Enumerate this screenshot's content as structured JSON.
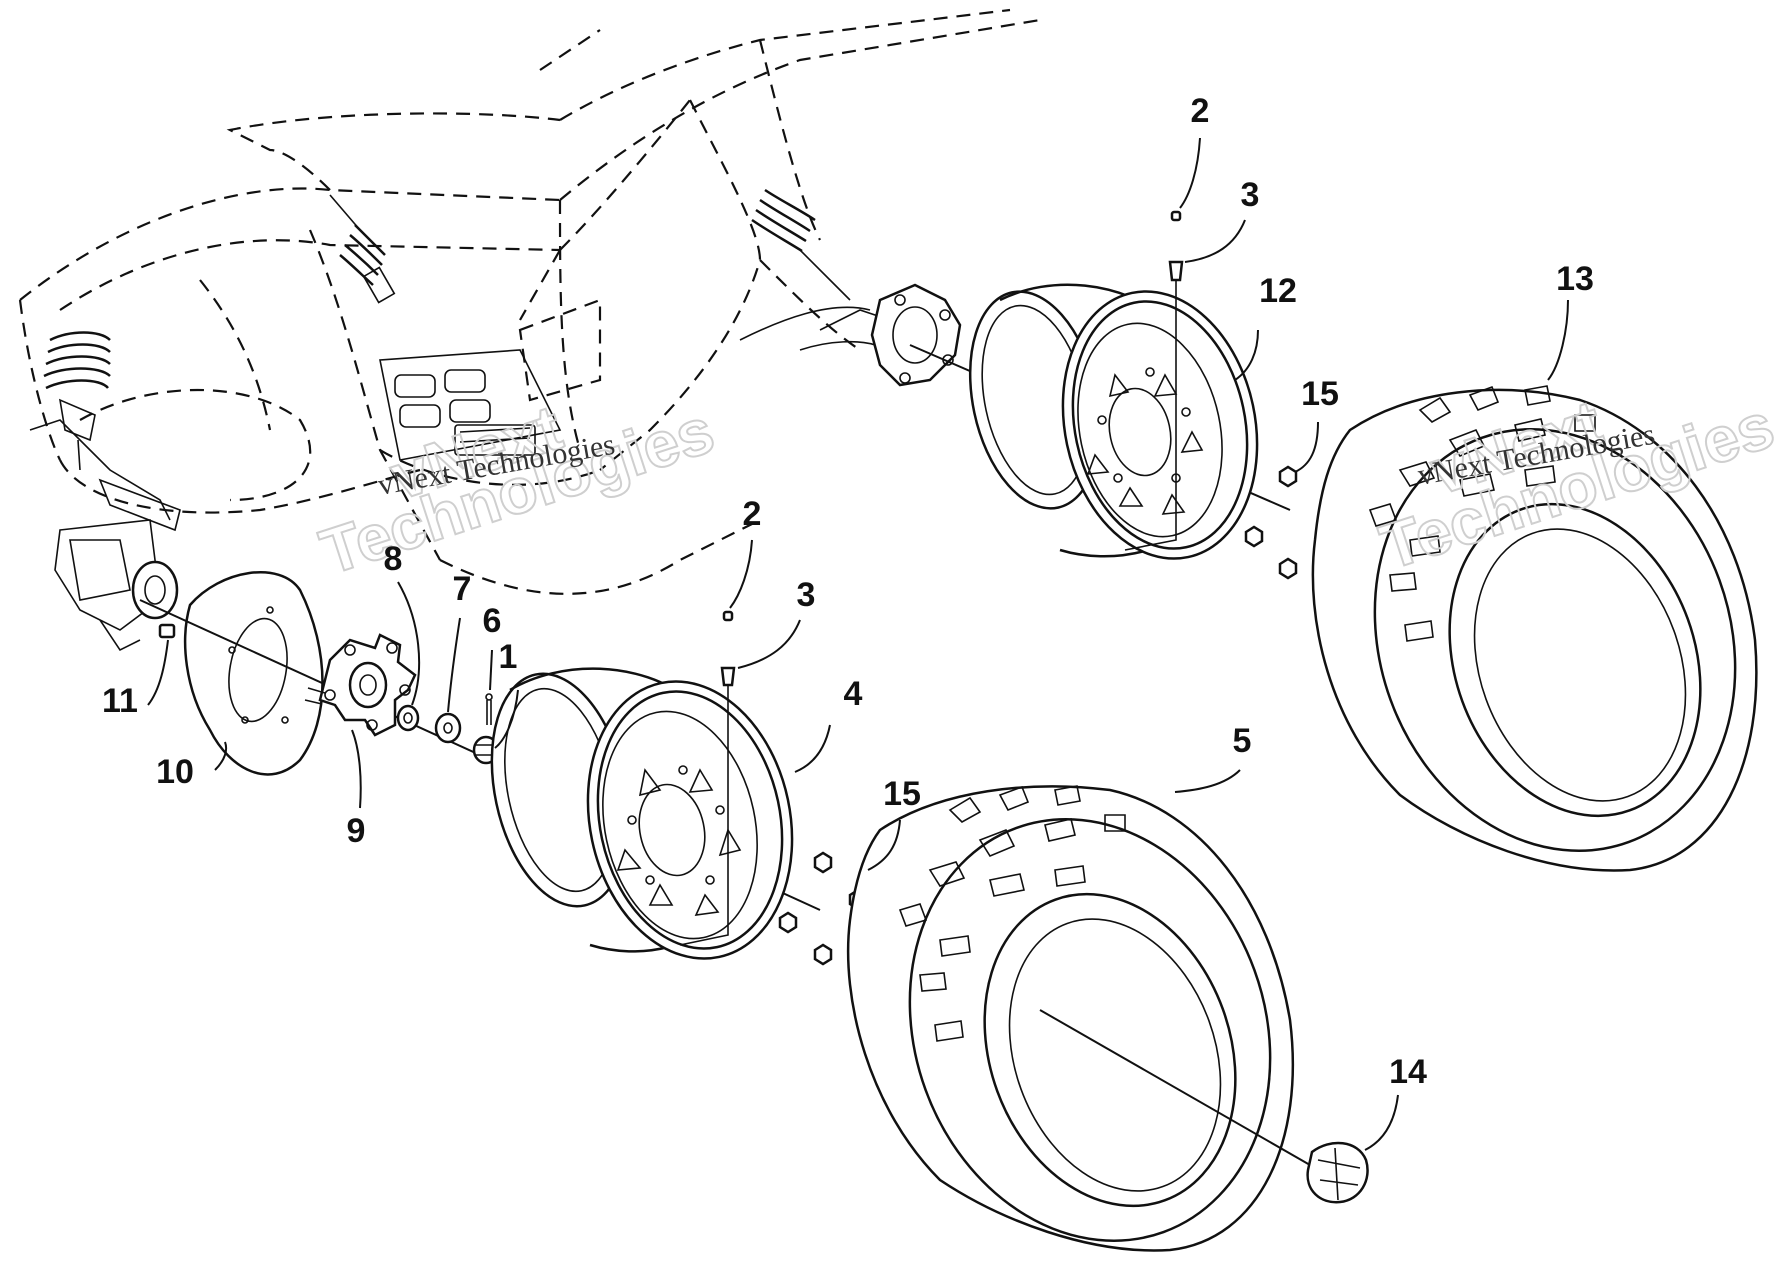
{
  "diagram": {
    "watermarks": [
      {
        "text": "vNext",
        "style": "big"
      },
      {
        "text": "Technologies",
        "style": "big"
      },
      {
        "text": "vNext Technologies",
        "style": "small"
      },
      {
        "text": "vNext",
        "style": "big"
      },
      {
        "text": "Technologies",
        "style": "big"
      },
      {
        "text": "vNext Technologies",
        "style": "small"
      }
    ],
    "callouts": [
      {
        "id": "c1",
        "label": "1"
      },
      {
        "id": "c2a",
        "label": "2"
      },
      {
        "id": "c2b",
        "label": "2"
      },
      {
        "id": "c3a",
        "label": "3"
      },
      {
        "id": "c3b",
        "label": "3"
      },
      {
        "id": "c4",
        "label": "4"
      },
      {
        "id": "c5",
        "label": "5"
      },
      {
        "id": "c6",
        "label": "6"
      },
      {
        "id": "c7",
        "label": "7"
      },
      {
        "id": "c8",
        "label": "8"
      },
      {
        "id": "c9",
        "label": "9"
      },
      {
        "id": "c10",
        "label": "10"
      },
      {
        "id": "c11",
        "label": "11"
      },
      {
        "id": "c12",
        "label": "12"
      },
      {
        "id": "c13",
        "label": "13"
      },
      {
        "id": "c14",
        "label": "14"
      },
      {
        "id": "c15a",
        "label": "15"
      },
      {
        "id": "c15b",
        "label": "15"
      }
    ]
  }
}
